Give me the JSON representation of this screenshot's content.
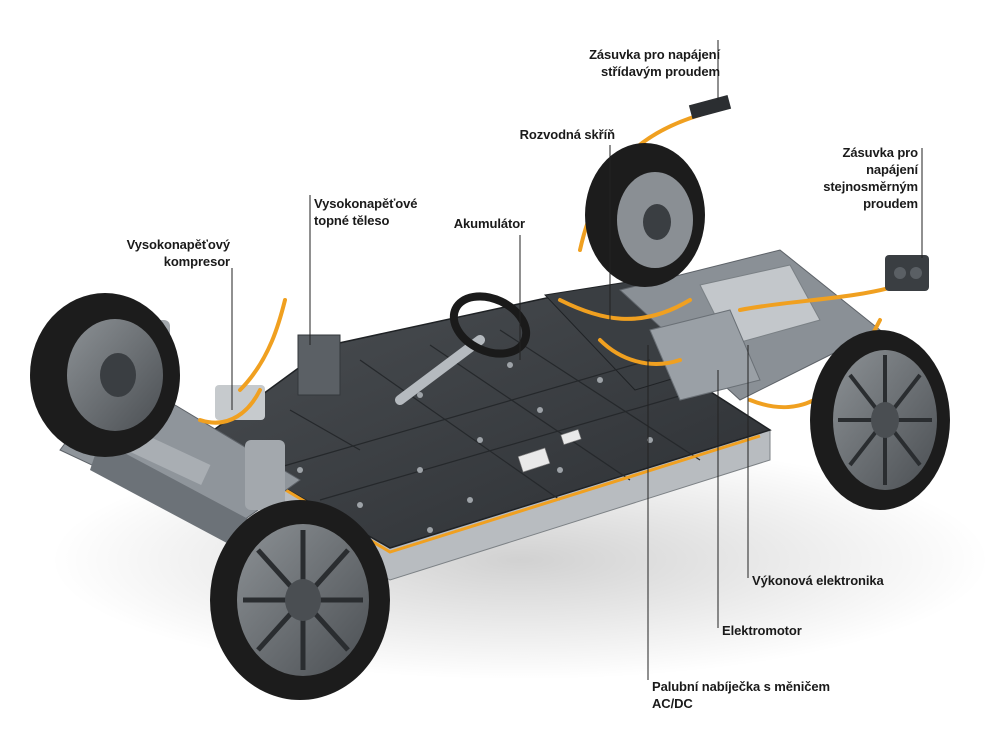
{
  "labels": {
    "compressor": [
      "Vysokonapěťový",
      "kompresor"
    ],
    "heater": [
      "Vysokonapěťové",
      "topné těleso"
    ],
    "battery": [
      "Akumulátor"
    ],
    "junction_box": [
      "Rozvodná skříň"
    ],
    "ac_socket": [
      "Zásuvka pro napájení",
      "střídavým proudem"
    ],
    "dc_socket": [
      "Zásuvka pro",
      "napájení",
      "stejnosměrným",
      "proudem"
    ],
    "power_electronics": [
      "Výkonová elektronika"
    ],
    "motor": [
      "Elektromotor"
    ],
    "charger": [
      "Palubní nabíječka s měničem",
      "AC/DC"
    ]
  },
  "colors": {
    "hv_cable": "#f0a020",
    "battery_top": "#3f4347",
    "battery_edge": "#2a2d30",
    "tyre": "#1c1c1c",
    "rim": "#6b6f73",
    "frame": "#9aa0a6",
    "label_text": "#1a1a1a"
  }
}
